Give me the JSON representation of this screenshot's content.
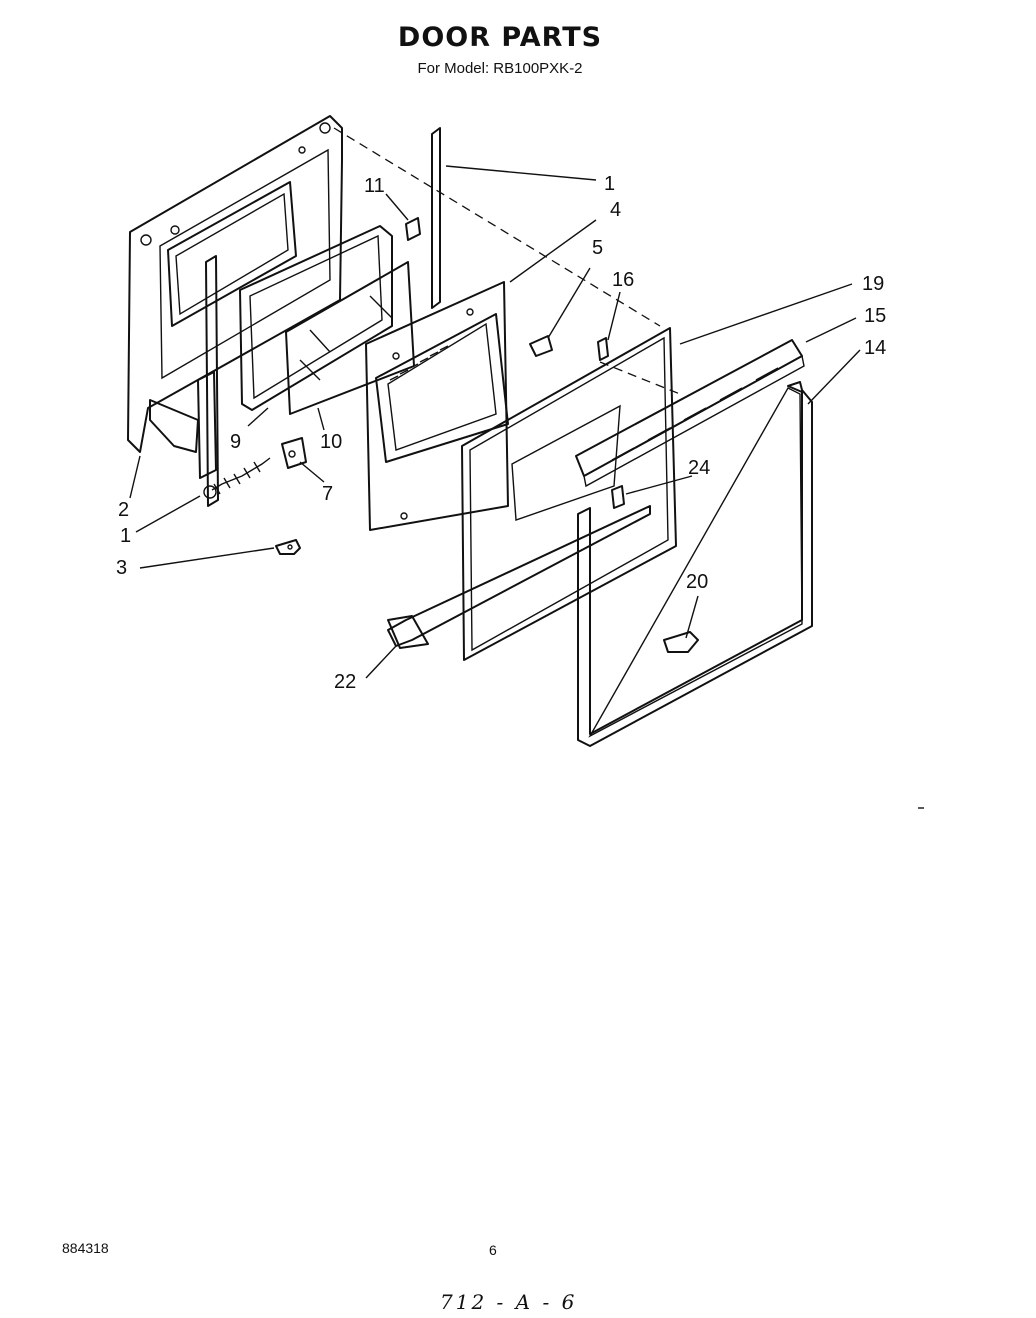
{
  "header": {
    "title": "DOOR PARTS",
    "subtitle": "For Model: RB100PXK-2"
  },
  "callouts": [
    {
      "id": "c1a",
      "label": "1"
    },
    {
      "id": "c11",
      "label": "11"
    },
    {
      "id": "c4",
      "label": "4"
    },
    {
      "id": "c5",
      "label": "5"
    },
    {
      "id": "c16",
      "label": "16"
    },
    {
      "id": "c19",
      "label": "19"
    },
    {
      "id": "c15",
      "label": "15"
    },
    {
      "id": "c14",
      "label": "14"
    },
    {
      "id": "c9",
      "label": "9"
    },
    {
      "id": "c10",
      "label": "10"
    },
    {
      "id": "c7",
      "label": "7"
    },
    {
      "id": "c2",
      "label": "2"
    },
    {
      "id": "c1b",
      "label": "1"
    },
    {
      "id": "c3",
      "label": "3"
    },
    {
      "id": "c24",
      "label": "24"
    },
    {
      "id": "c20",
      "label": "20"
    },
    {
      "id": "c22",
      "label": "22"
    }
  ],
  "footer": {
    "doc_number": "884318",
    "page_number": "6",
    "handwritten": "712 - A - 6"
  }
}
